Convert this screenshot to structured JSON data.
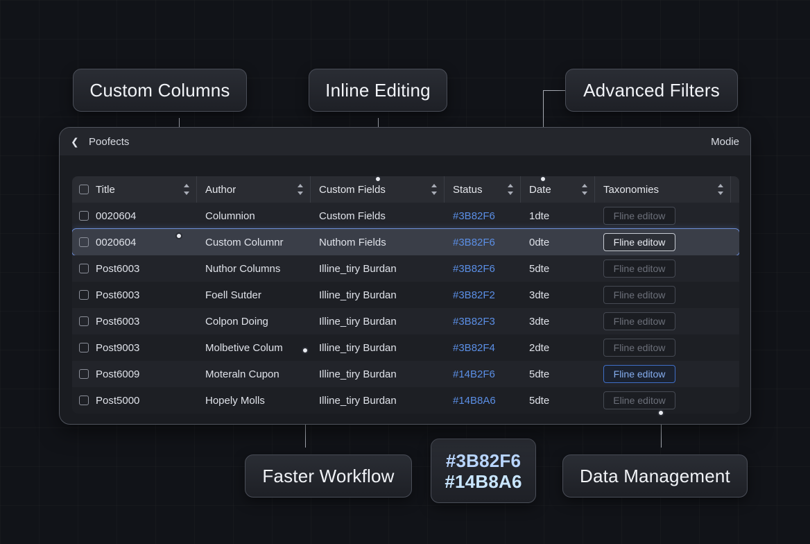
{
  "callouts": {
    "custom_columns": "Custom Columns",
    "inline_editing": "Inline Editing",
    "advanced_filters": "Advanced Filters",
    "faster_workflow": "Faster Workflow",
    "hex_primary": "#3B82F6",
    "hex_secondary": "#14B8A6",
    "data_management": "Data Management"
  },
  "window": {
    "title": "Poofects",
    "mode_label": "Modie"
  },
  "table": {
    "headers": [
      "Title",
      "Author",
      "Custom Fields",
      "Status",
      "Date",
      "Taxonomies"
    ],
    "rows": [
      {
        "title": "0020604",
        "author": "Columnion",
        "fields": "Custom Fields",
        "status": "#3B82F6",
        "date": "1dte",
        "edit": "Fline editow"
      },
      {
        "title": "0020604",
        "author": "Custom Columnr",
        "fields": "Nuthom Fields",
        "status": "#3B82F6",
        "date": "0dte",
        "edit": "Fline editow"
      },
      {
        "title": "Post6003",
        "author": "Nuthor Columns",
        "fields": "Illine_tiry Burdan",
        "status": "#3B82F6",
        "date": "5dte",
        "edit": "Fline editow"
      },
      {
        "title": "Post6003",
        "author": "Foell Sutder",
        "fields": "Illine_tiry Burdan",
        "status": "#3B82F2",
        "date": "3dte",
        "edit": "Fline editow"
      },
      {
        "title": "Post6003",
        "author": "Colpon Doing",
        "fields": "Illine_tiry Burdan",
        "status": "#3B82F3",
        "date": "3dte",
        "edit": "Fline editow"
      },
      {
        "title": "Post9003",
        "author": "Molbetive Colum",
        "fields": "Illine_tiry Burdan",
        "status": "#3B82F4",
        "date": "2dte",
        "edit": "Fline editow"
      },
      {
        "title": "Post6009",
        "author": "Moteraln Cupon",
        "fields": "Illine_tiry Burdan",
        "status": "#14B2F6",
        "date": "5dte",
        "edit": "Fline editow"
      },
      {
        "title": "Post5000",
        "author": "Hopely Molls",
        "fields": "Illine_tiry Burdan",
        "status": "#14B8A6",
        "date": "5dte",
        "edit": "Eline editow"
      }
    ]
  },
  "colors": {
    "accent": "#3B82F6",
    "teal": "#14B8A6",
    "background": "#111318"
  }
}
